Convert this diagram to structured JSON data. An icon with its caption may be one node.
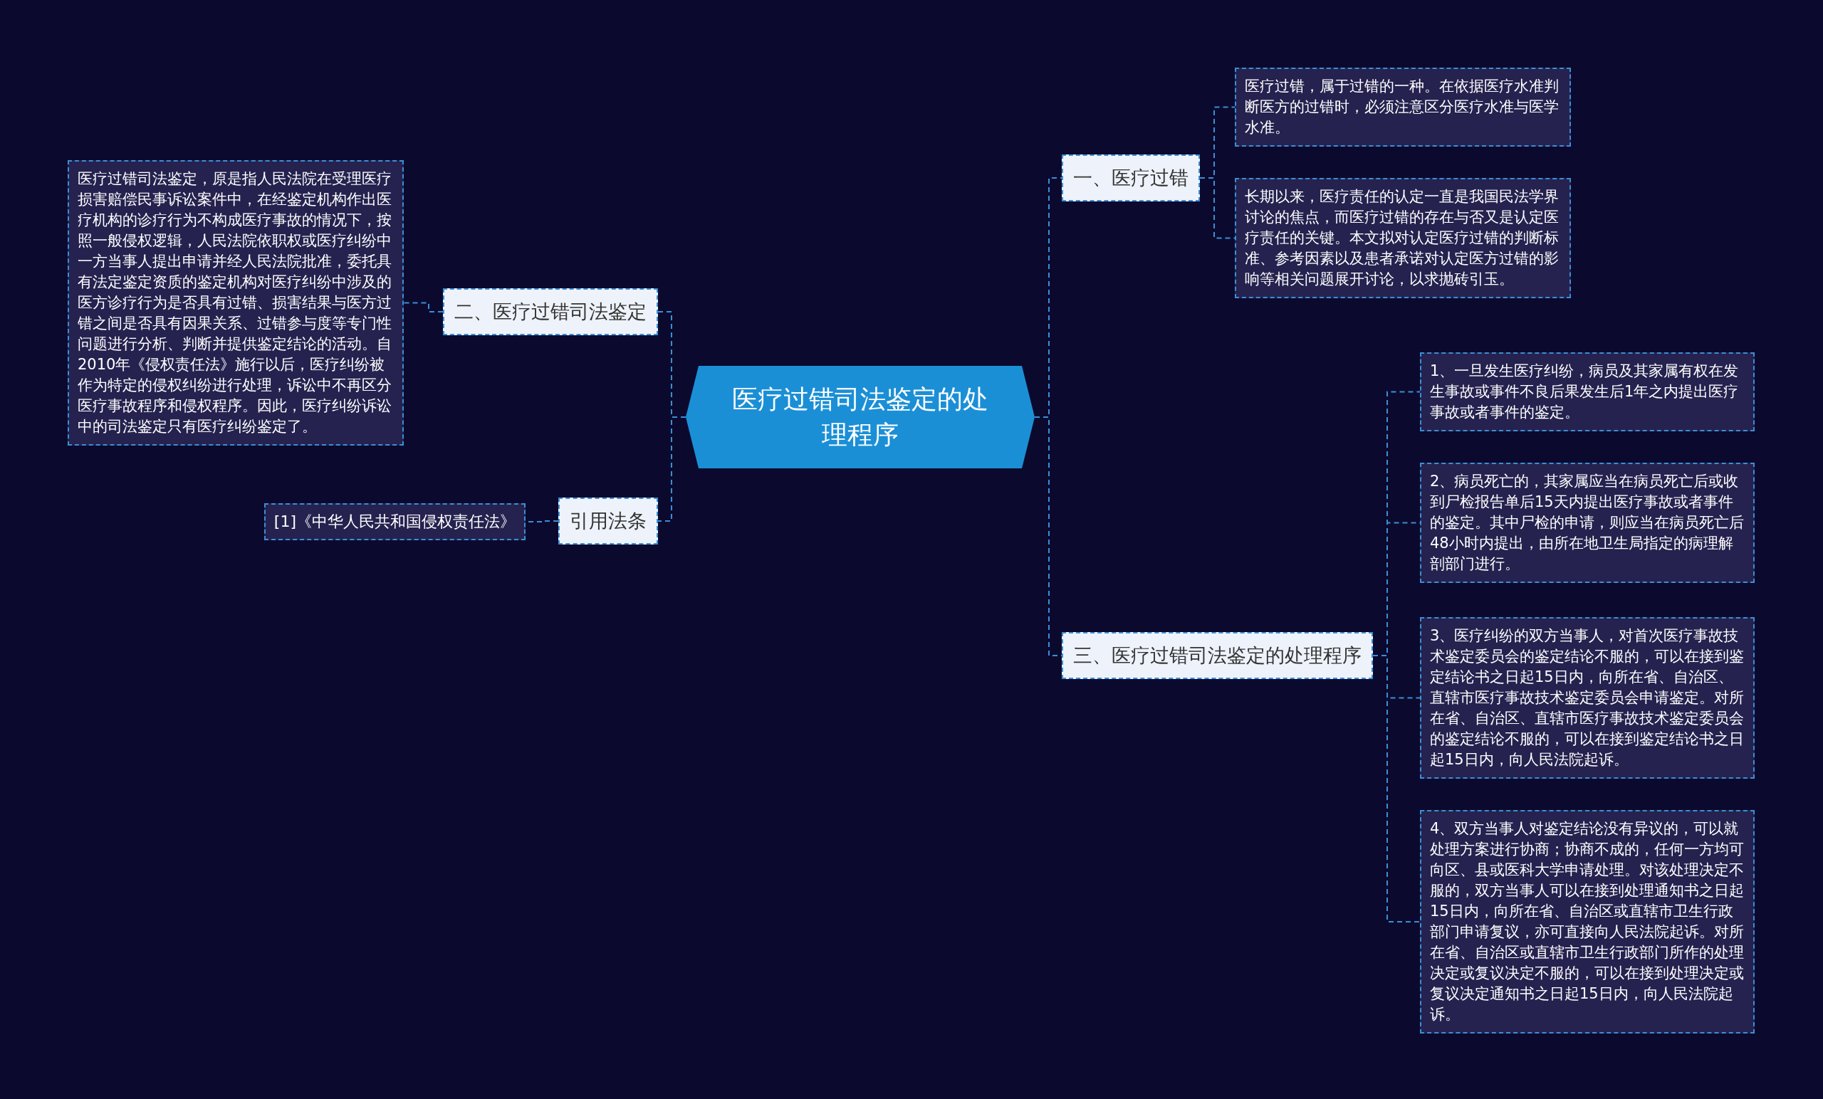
{
  "diagram": {
    "nodes": [
      {
        "text": [
          "医疗过错司法鉴定的处理程序"
        ]
      },
      {
        "text": [
          "一、医疗过错"
        ]
      },
      {
        "text": [
          "医疗过错，属于过错的一种。在依据医疗水准判断医方的过错时，必须注意区分医疗水准与医学水准。"
        ]
      },
      {
        "text": [
          "长期以来，医疗责任的认定一直是我国民法学界讨论的焦点，而医疗过错的存在与否又是认定医疗责任的关键。本文拟对认定医疗过错的判断标准、参考因素以及患者承诺对认定医方过错的影响等相关问题展开讨论，以求抛砖引玉。"
        ]
      },
      {
        "text": [
          "二、医疗过错司法鉴定"
        ]
      },
      {
        "text": [
          "医疗过错司法鉴定，原是指人民法院在受理医疗损害赔偿民事诉讼案件中，在经鉴定机构作出医疗机构的诊疗行为不构成医疗事故的情况下，按照一般侵权逻辑，人民法院依职权或医疗纠纷中一方当事人提出申请并经人民法院批准，委托具有法定鉴定资质的鉴定机构对医疗纠纷中涉及的医方诊疗行为是否具有过错、损害结果与医方过错之间是否具有因果关系、过错参与度等专门性问题进行分析、判断并提供鉴定结论的活动。自2010年《侵权责任法》施行以后，医疗纠纷被作为特定的侵权纠纷进行处理，诉讼中不再区分医疗事故程序和侵权程序。因此，医疗纠纷诉讼中的司法鉴定只有医疗纠纷鉴定了。"
        ]
      },
      {
        "text": [
          "三、医疗过错司法鉴定的处理程序"
        ]
      },
      {
        "text": [
          "1、一旦发生医疗纠纷，病员及其家属有权在发生事故或事件不良后果发生后1年之内提出医疗事故或者事件的鉴定。"
        ]
      },
      {
        "text": [
          "2、病员死亡的，其家属应当在病员死亡后或收到尸检报告单后15天内提出医疗事故或者事件的鉴定。其中尸检的申请，则应当在病员死亡后48小时内提出，由所在地卫生局指定的病理解剖部门进行。"
        ]
      },
      {
        "text": [
          "3、医疗纠纷的双方当事人，对首次医疗事故技术鉴定委员会的鉴定结论不服的，可以在接到鉴定结论书之日起15日内，向所在省、自治区、直辖市医疗事故技术鉴定委员会申请鉴定。对所在省、自治区、直辖市医疗事故技术鉴定委员会的鉴定结论不服的，可以在接到鉴定结论书之日起15日内，向人民法院起诉。"
        ]
      },
      {
        "text": [
          "4、双方当事人对鉴定结论没有异议的，可以就处理方案进行协商；协商不成的，任何一方均可向区、县或医科大学申请处理。对该处理决定不服的，双方当事人可以在接到处理通知书之日起15日内，向所在省、自治区或直辖市卫生行政部门申请复议，亦可直接向人民法院起诉。对所在省、自治区或直辖市卫生行政部门所作的处理决定或复议决定不服的，可以在接到处理决定或复议决定通知书之日起15日内，向人民法院起诉。"
        ]
      },
      {
        "text": [
          "引用法条"
        ]
      },
      {
        "text": [
          "[1]《中华人民共和国侵权责任法》"
        ]
      }
    ],
    "edges": [
      {
        "from": 0,
        "to": 1,
        "arrow": "none"
      },
      {
        "from": 1,
        "to": 2,
        "arrow": "none"
      },
      {
        "from": 1,
        "to": 3,
        "arrow": "none"
      },
      {
        "from": 0,
        "to": 4,
        "arrow": "none"
      },
      {
        "from": 4,
        "to": 5,
        "arrow": "none"
      },
      {
        "from": 0,
        "to": 6,
        "arrow": "none"
      },
      {
        "from": 6,
        "to": 7,
        "arrow": "none"
      },
      {
        "from": 6,
        "to": 8,
        "arrow": "none"
      },
      {
        "from": 6,
        "to": 9,
        "arrow": "none"
      },
      {
        "from": 6,
        "to": 10,
        "arrow": "none"
      },
      {
        "from": 0,
        "to": 11,
        "arrow": "none"
      },
      {
        "from": 11,
        "to": 12,
        "arrow": "none"
      }
    ]
  }
}
